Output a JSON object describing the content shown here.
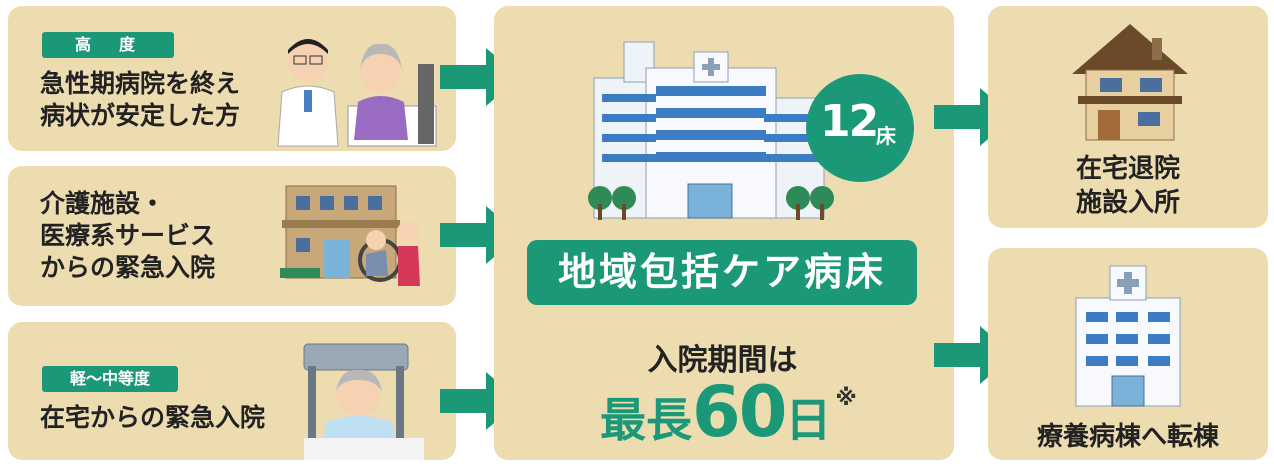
{
  "left": [
    {
      "tag": "高　度",
      "text": "急性期病院を終え\n病状が安定した方"
    },
    {
      "tag": "",
      "text": "介護施設・\n医療系サービス\nからの緊急入院"
    },
    {
      "tag": "軽～中等度",
      "text": "在宅からの緊急入院"
    }
  ],
  "center": {
    "beds_number": "12",
    "beds_unit": "床",
    "title": "地域包括ケア病床",
    "period_label": "入院期間は",
    "max_label": "最長",
    "max_value": "60",
    "max_unit": "日",
    "note_mark": "※"
  },
  "right": [
    {
      "text": "在宅退院\n施設入所"
    },
    {
      "text": "療養病棟へ転棟"
    }
  ],
  "colors": {
    "panel": "#ecdcb0",
    "accent": "#1b9878"
  },
  "icons": [
    "doctor-patient-illustration",
    "care-facility-illustration",
    "patient-in-bed-illustration",
    "hospital-illustration",
    "house-illustration",
    "small-hospital-illustration",
    "arrow-icon"
  ]
}
